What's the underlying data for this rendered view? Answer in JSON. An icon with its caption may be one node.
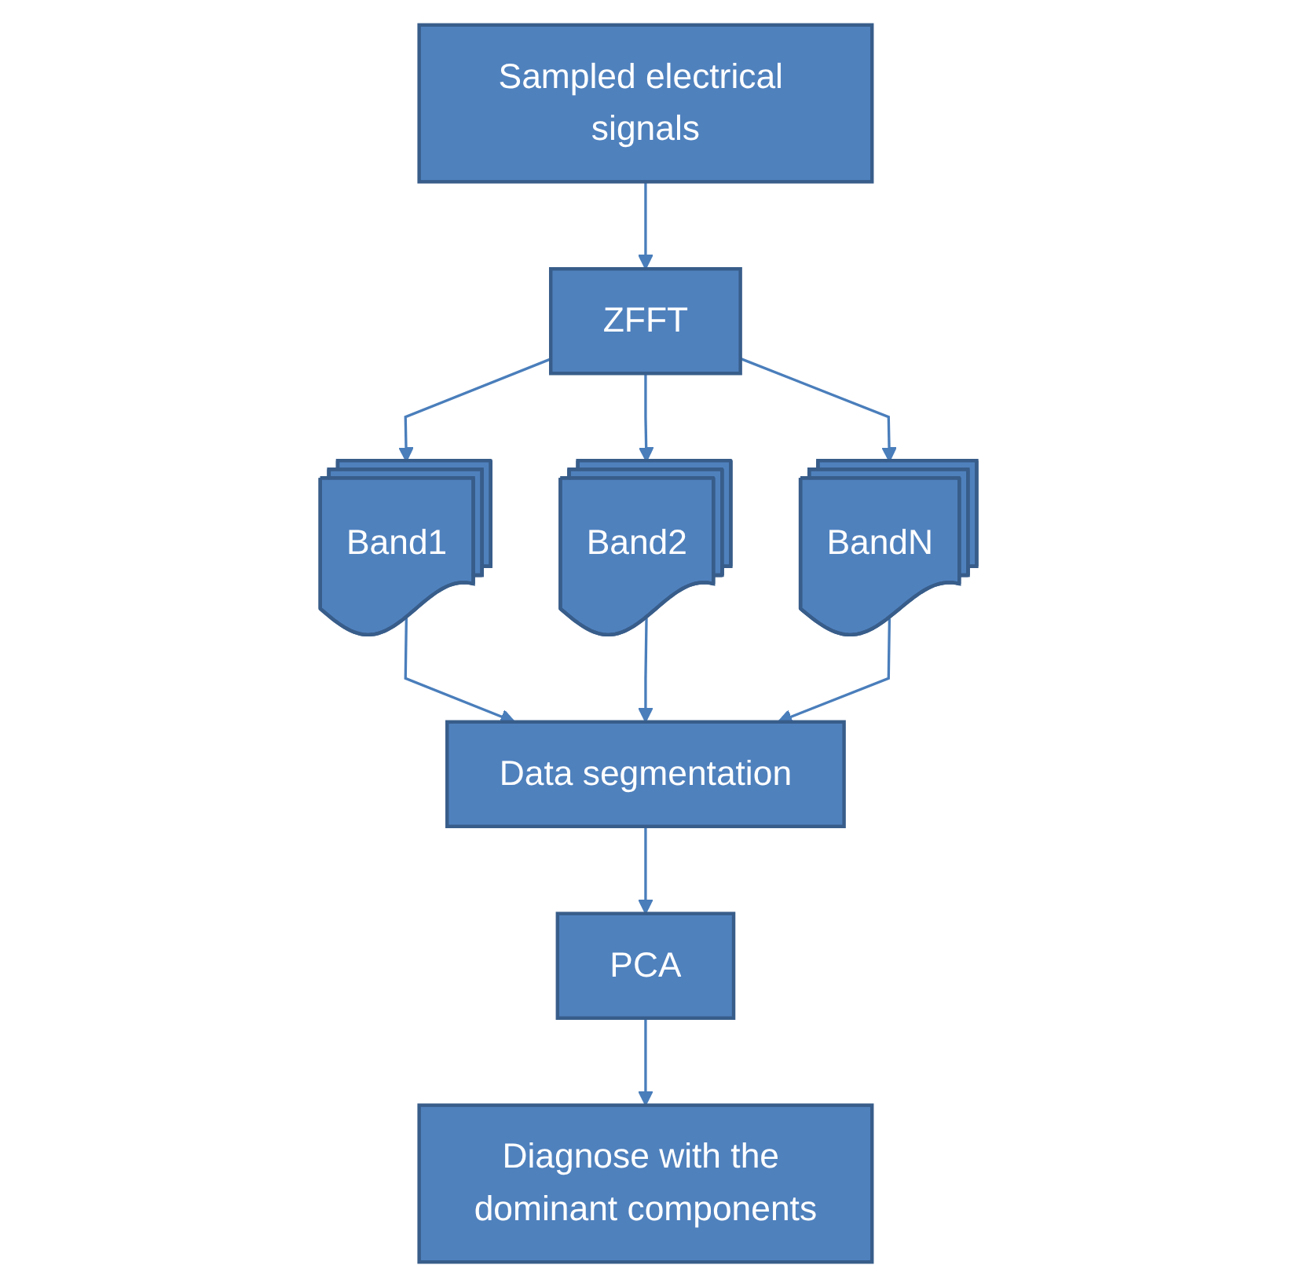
{
  "diagram": {
    "nodes": [
      {
        "text": [
          "Sampled electrical signals"
        ]
      },
      {
        "text": [
          "ZFFT"
        ]
      },
      {
        "text": [
          "Band1"
        ]
      },
      {
        "text": [
          "Band2"
        ]
      },
      {
        "text": [
          "BandN"
        ]
      },
      {
        "text": [
          "Data segmentation"
        ]
      },
      {
        "text": [
          "PCA"
        ]
      },
      {
        "text": [
          "Diagnose with the dominant components"
        ]
      }
    ],
    "edges": [
      {
        "from": 0,
        "to": 1,
        "arrow": "to"
      },
      {
        "from": 1,
        "to": 2,
        "arrow": "to"
      },
      {
        "from": 1,
        "to": 3,
        "arrow": "to"
      },
      {
        "from": 1,
        "to": 4,
        "arrow": "to"
      },
      {
        "from": 2,
        "to": 5,
        "arrow": "to"
      },
      {
        "from": 3,
        "to": 5,
        "arrow": "to"
      },
      {
        "from": 4,
        "to": 5,
        "arrow": "to"
      },
      {
        "from": 5,
        "to": 6,
        "arrow": "to"
      },
      {
        "from": 6,
        "to": 7,
        "arrow": "to"
      }
    ]
  }
}
